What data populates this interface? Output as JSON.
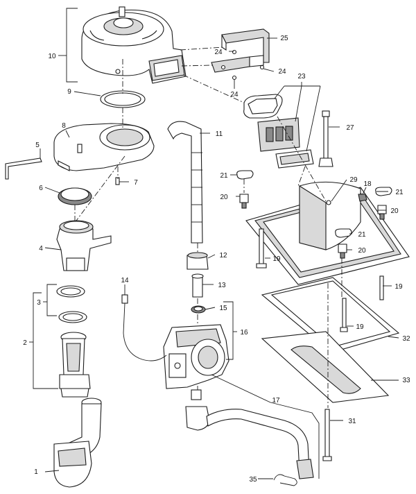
{
  "callouts": [
    {
      "id": "1",
      "text": "1"
    },
    {
      "id": "2",
      "text": "2"
    },
    {
      "id": "3",
      "text": "3"
    },
    {
      "id": "4",
      "text": "4"
    },
    {
      "id": "5",
      "text": "5"
    },
    {
      "id": "6",
      "text": "6"
    },
    {
      "id": "7",
      "text": "7"
    },
    {
      "id": "8",
      "text": "8"
    },
    {
      "id": "9",
      "text": "9"
    },
    {
      "id": "10",
      "text": "10"
    },
    {
      "id": "11",
      "text": "11"
    },
    {
      "id": "12",
      "text": "12"
    },
    {
      "id": "13",
      "text": "13"
    },
    {
      "id": "14",
      "text": "14"
    },
    {
      "id": "15",
      "text": "15"
    },
    {
      "id": "16",
      "text": "16"
    },
    {
      "id": "17",
      "text": "17"
    },
    {
      "id": "18",
      "text": "18"
    },
    {
      "id": "19a",
      "text": "19"
    },
    {
      "id": "19b",
      "text": "19"
    },
    {
      "id": "19c",
      "text": "19"
    },
    {
      "id": "20a",
      "text": "20"
    },
    {
      "id": "20b",
      "text": "20"
    },
    {
      "id": "20c",
      "text": "20"
    },
    {
      "id": "21a",
      "text": "21"
    },
    {
      "id": "21b",
      "text": "21"
    },
    {
      "id": "21c",
      "text": "21"
    },
    {
      "id": "23",
      "text": "23"
    },
    {
      "id": "24a",
      "text": "24"
    },
    {
      "id": "24b",
      "text": "24"
    },
    {
      "id": "24c",
      "text": "24"
    },
    {
      "id": "25",
      "text": "25"
    },
    {
      "id": "27",
      "text": "27"
    },
    {
      "id": "29",
      "text": "29"
    },
    {
      "id": "31",
      "text": "31"
    },
    {
      "id": "32",
      "text": "32"
    },
    {
      "id": "33",
      "text": "33"
    },
    {
      "id": "35",
      "text": "35"
    }
  ]
}
